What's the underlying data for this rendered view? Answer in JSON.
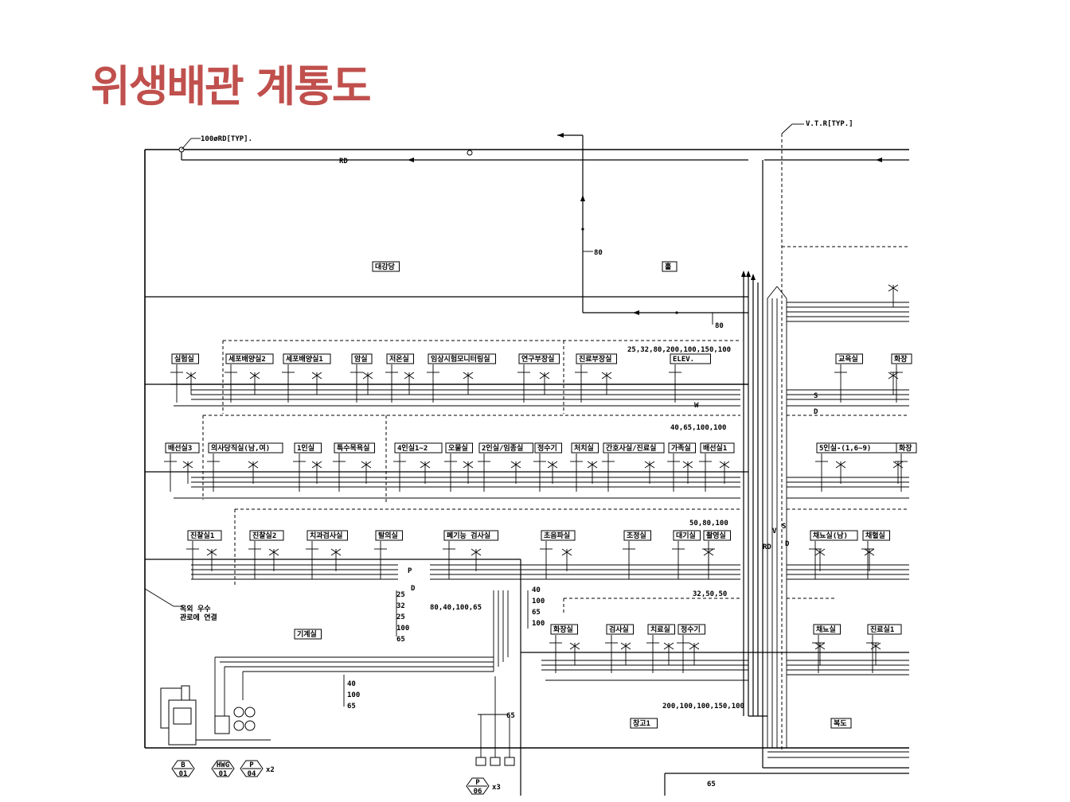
{
  "title": "위생배관 계통도",
  "notes": {
    "rd_typ": "100øRD[TYP].",
    "vtr_typ": "V.T.R[TYP.]",
    "rd": "RD",
    "side_note_1": "옥외 우수",
    "side_note_2": "관로에 연결"
  },
  "rooms": {
    "row0": [
      "대강당",
      "홀"
    ],
    "row1": [
      "실험실",
      "세포배양실2",
      "세포배양실1",
      "암실",
      "저온실",
      "임상시험모니터링실",
      "연구부장실",
      "진료부장실",
      "ELEV.",
      "교육실",
      "화장"
    ],
    "row2": [
      "배선실3",
      "의사당직실(남,여)",
      "1인실",
      "특수목욕실",
      "4인실1~2",
      "오물실",
      "2인실/임종실",
      "정수기",
      "처치실",
      "간호사실/진료실",
      "가족실",
      "배선실1",
      "5인실-(1,6~9)",
      "화장"
    ],
    "row3": [
      "진찰실1",
      "진찰실2",
      "치과검사실",
      "탈의실",
      "폐기능 검사실",
      "초음파실",
      "조정실",
      "대기실",
      "촬영실",
      "채뇨실(남)",
      "채혈실"
    ],
    "row4": [
      "기계실",
      "화장실",
      "검사실",
      "치료실",
      "정수기",
      "채뇨실",
      "진료실1",
      "창고1",
      "복도"
    ]
  },
  "sizes": {
    "s80a": "80",
    "s80b": "80",
    "riser1": "25,32,80,200,100,150,100",
    "riser2": "40,65,100,100",
    "riser3": "50,80,100",
    "riser4": "32,50,50",
    "riser5": "200,100,100,150,100",
    "grp1": [
      "25",
      "32",
      "25",
      "100",
      "65"
    ],
    "grp2": "80,40,100,65",
    "grp3": [
      "40",
      "100",
      "65",
      "100"
    ],
    "grp4": [
      "40",
      "100",
      "65"
    ],
    "s65a": "65",
    "s65b": "65"
  },
  "pipe_letters": [
    "W",
    "S",
    "D",
    "P",
    "D",
    "RD",
    "V",
    "S",
    "D"
  ],
  "equipment": [
    {
      "code_top": "B",
      "code_bottom": "01",
      "qty": ""
    },
    {
      "code_top": "HWG",
      "code_bottom": "01",
      "qty": ""
    },
    {
      "code_top": "P",
      "code_bottom": "04",
      "qty": "x2"
    },
    {
      "code_top": "P",
      "code_bottom": "06",
      "qty": "x3"
    }
  ]
}
